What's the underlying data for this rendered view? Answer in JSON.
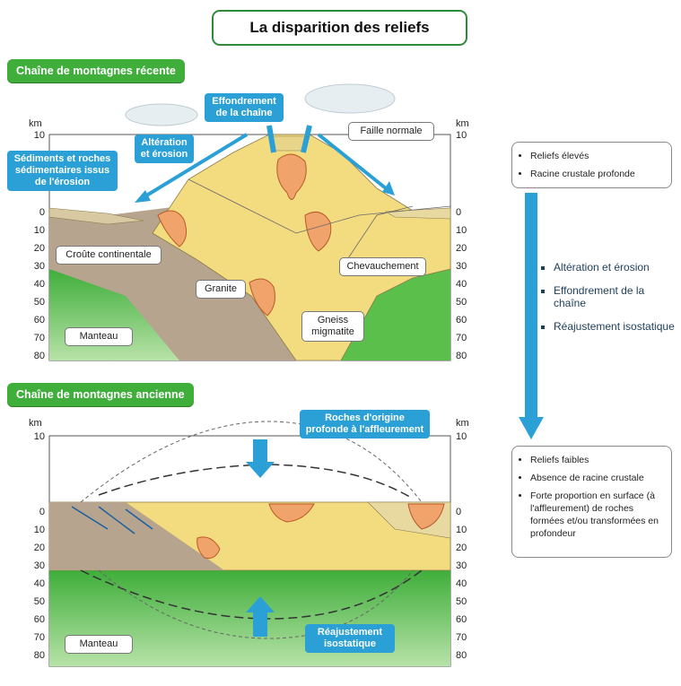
{
  "title": "La disparition des reliefs",
  "sections": {
    "recent": "Chaîne de montagnes récente",
    "ancient": "Chaîne de montagnes ancienne"
  },
  "axis": {
    "unit": "km",
    "ticks_top": [
      "10",
      "0",
      "10",
      "20",
      "30",
      "40",
      "50",
      "60",
      "70",
      "80"
    ]
  },
  "recent_labels": {
    "sediments": "Sédiments et roches sédimentaires issus de l'érosion",
    "alteration": "Altération et érosion",
    "effondrement": "Effondrement de la chaîne",
    "faille": "Faille normale",
    "croute": "Croûte continentale",
    "chevauchement": "Chevauchement",
    "granite": "Granite",
    "gneiss": "Gneiss migmatite",
    "manteau": "Manteau"
  },
  "ancient_labels": {
    "roches": "Roches d'origine profonde à l'affleurement",
    "reajustement": "Réajustement isostatique",
    "manteau": "Manteau"
  },
  "side": {
    "top_box": [
      "Reliefs élevés",
      "Racine crustale profonde"
    ],
    "processes": [
      "Altération et érosion",
      "Effondrement de la chaîne",
      "Réajustement isostatique"
    ],
    "bottom_box": [
      "Reliefs faibles",
      "Absence de racine crustale",
      "Forte proportion en surface (à l'affleurement) de roches formées et/ou transformées en profondeur"
    ]
  },
  "colors": {
    "accent_green": "#3fae3a",
    "label_blue": "#2aa0d6",
    "crust_yellow": "#f3dc80",
    "crust_brown": "#b6a48e",
    "mantle_green": "#5bbf4b"
  }
}
